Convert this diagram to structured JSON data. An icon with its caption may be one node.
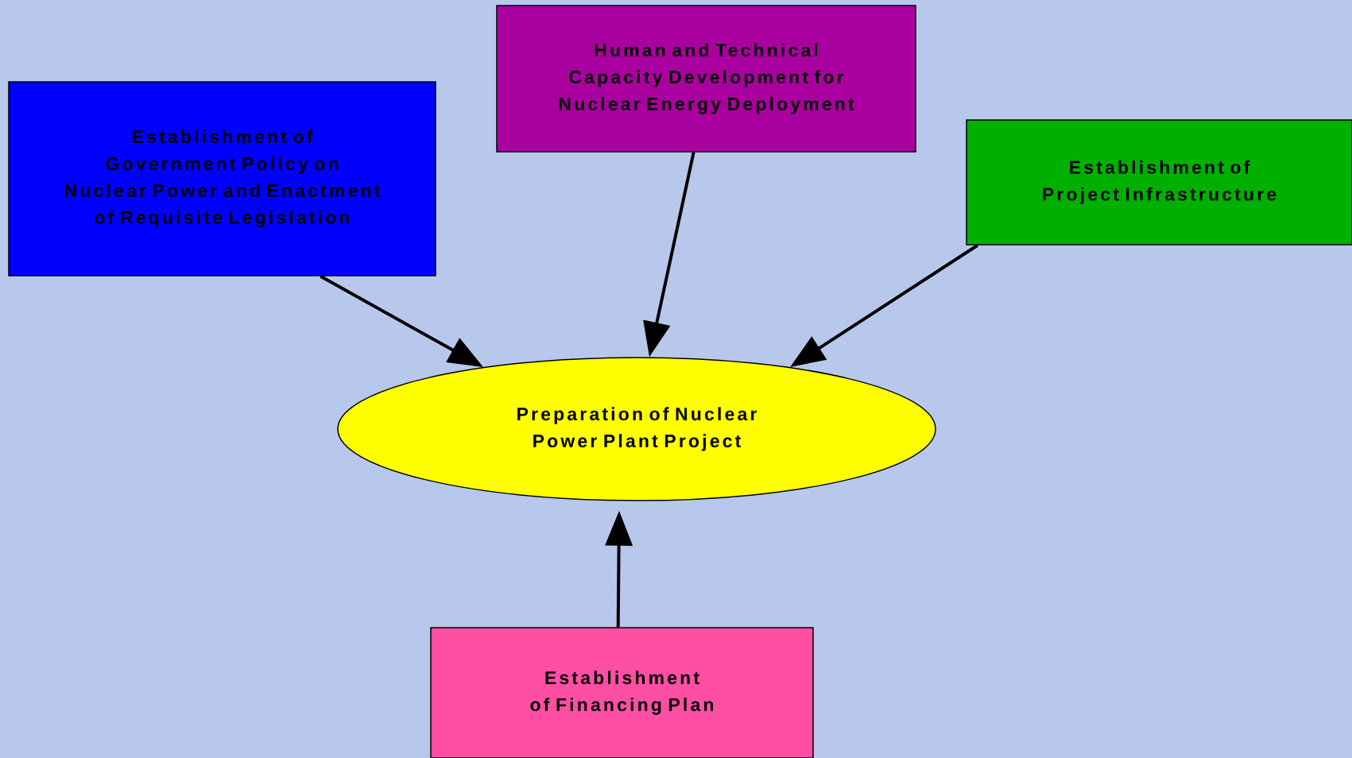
{
  "diagram": {
    "nodes": [
      {
        "text": [
          "Establishment of Government Policy on Nuclear Power and Enactment of Requisite Legislation"
        ]
      },
      {
        "text": [
          "Human and Technical Capacity Development for Nuclear Energy Deployment"
        ]
      },
      {
        "text": [
          "Establishment of Project Infrastructure"
        ]
      },
      {
        "text": [
          "Preparation of Nuclear Power Plant Project"
        ]
      },
      {
        "text": [
          "Establishment of Financing Plan"
        ]
      }
    ],
    "edges": [
      {
        "from": 0,
        "to": 3,
        "arrow": "to"
      },
      {
        "from": 1,
        "to": 3,
        "arrow": "to"
      },
      {
        "from": 2,
        "to": 3,
        "arrow": "to"
      },
      {
        "from": 4,
        "to": 3,
        "arrow": "to"
      }
    ]
  }
}
